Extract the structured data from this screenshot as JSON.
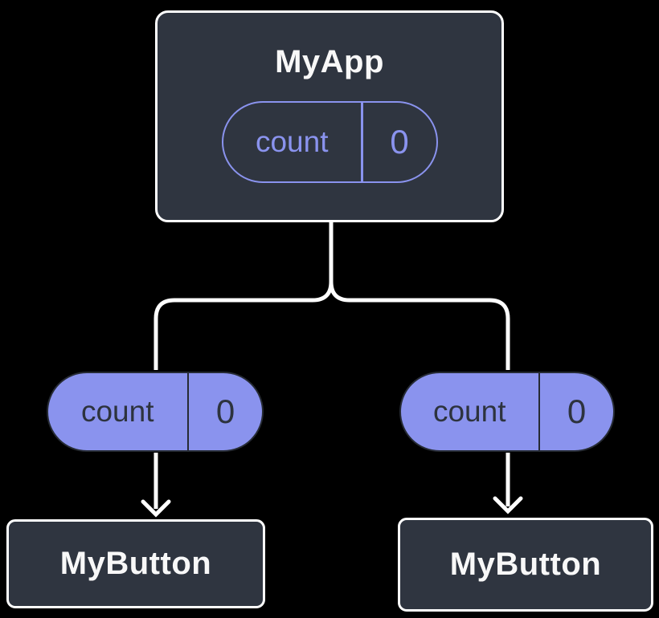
{
  "background": "#000000",
  "colors": {
    "node_fill": "#2f3540",
    "node_border": "#ffffff",
    "node_text": "#f8f8f8",
    "pill_purple": "#8a93ee",
    "pill_dark_border": "#262b34",
    "pill_dark_text": "#2d333e",
    "connector": "#ffffff"
  },
  "tree": {
    "root": {
      "title": "MyApp",
      "state": {
        "name": "count",
        "value": "0"
      }
    },
    "props": [
      {
        "name": "count",
        "value": "0"
      },
      {
        "name": "count",
        "value": "0"
      }
    ],
    "leaves": [
      {
        "title": "MyButton"
      },
      {
        "title": "MyButton"
      }
    ]
  }
}
